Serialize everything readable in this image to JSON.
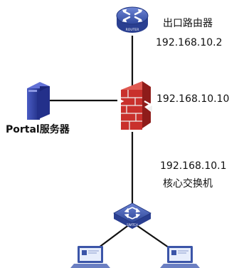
{
  "router": {
    "icon_text": "ROUTER",
    "name": "出口路由器",
    "ip": "192.168.10.2"
  },
  "firewall": {
    "ip": "192.168.10.10"
  },
  "portal": {
    "name": "Portal服务器"
  },
  "core_switch": {
    "icon_text": "SWITCH",
    "ip": "192.168.10.1",
    "name": "核心交换机"
  },
  "colors": {
    "router_blue": "#3f57b0",
    "switch_blue": "#3b55a8",
    "server_blue": "#2e3f9e",
    "firewall_red": "#c9302c",
    "link_black": "#111111"
  },
  "icons": [
    "router-icon",
    "firewall-icon",
    "server-icon",
    "switch-icon",
    "laptop-icon",
    "laptop-icon"
  ]
}
